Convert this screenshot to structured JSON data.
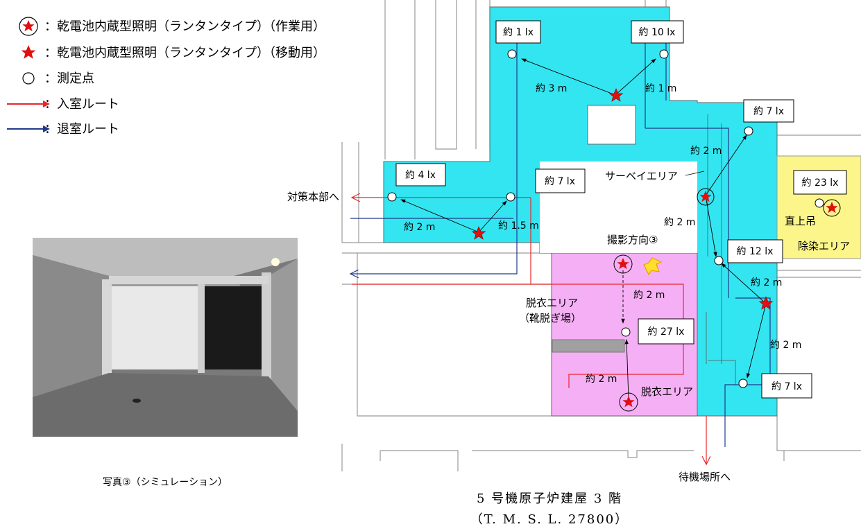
{
  "legend": {
    "items": [
      {
        "symbol": "circled-star",
        "text": "：乾電池内蔵型照明（ランタンタイプ）（作業用）"
      },
      {
        "symbol": "star",
        "text": "：乾電池内蔵型照明（ランタンタイプ）（移動用）"
      },
      {
        "symbol": "circle",
        "text": "：測定点"
      },
      {
        "symbol": "red-arrow",
        "text": "：入室ルート"
      },
      {
        "symbol": "blue-arrow",
        "text": "：退室ルート"
      }
    ]
  },
  "colors": {
    "survey_area": "#33e5f0",
    "undress_area": "#f5b0f5",
    "decon_area": "#fbf58a",
    "entry_route": "#e8262b",
    "exit_route": "#1f3a8a",
    "star": "#e01010"
  },
  "lux_labels": [
    "約 1 lx",
    "約 10 lx",
    "約 7 lx",
    "約 4 lx",
    "約 7 lx",
    "約 23 lx",
    "約 12 lx",
    "約 27 lx",
    "約 7 lx"
  ],
  "distance_labels": [
    "約 3 m",
    "約 1 m",
    "約 2 m",
    "約 2 m",
    "約 1.5 m",
    "約 2 m",
    "約 2 m",
    "約 2 m",
    "約 2 m",
    "約 2 m"
  ],
  "area_labels": {
    "survey": "サーベイエリア",
    "decon": "除染エリア",
    "undress_1": "脱衣エリア",
    "undress_1_sub": "（靴脱ぎ場）",
    "undress_2": "脱衣エリア",
    "ceiling": "直上吊",
    "photo_direction": "撮影方向③"
  },
  "destinations": {
    "hq": "対策本部へ",
    "standby": "待機場所へ"
  },
  "photo_caption": "写真③（シミュレーション）",
  "floor_caption": {
    "line1": "5 号機原子炉建屋 3 階",
    "line2": "（T. M. S. L. 27800）"
  }
}
